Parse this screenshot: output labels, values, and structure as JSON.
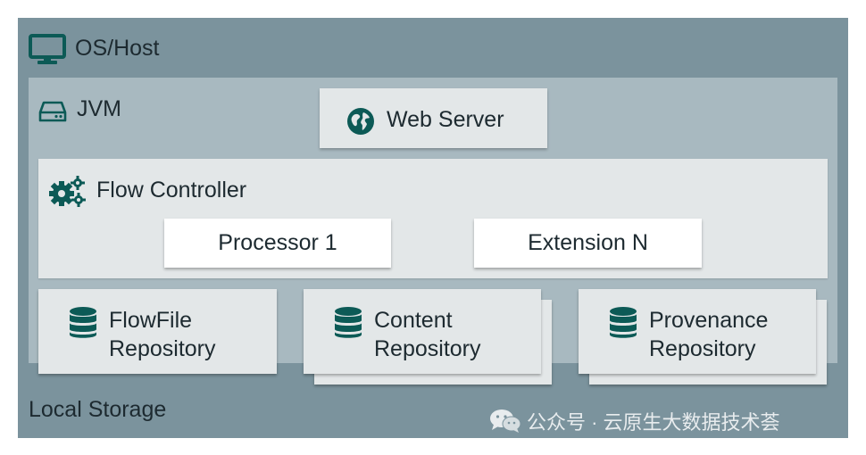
{
  "os_host": {
    "label": "OS/Host",
    "icon": "monitor-icon"
  },
  "jvm": {
    "label": "JVM",
    "icon": "hard-drive-icon"
  },
  "web_server": {
    "label": "Web Server",
    "icon": "globe-icon"
  },
  "flow_controller": {
    "label": "Flow Controller",
    "icon": "gears-icon",
    "components": [
      "Processor 1",
      "Extension N"
    ]
  },
  "repositories": [
    {
      "line1": "FlowFile",
      "line2": "Repository",
      "icon": "database-icon"
    },
    {
      "line1": "Content",
      "line2": "Repository",
      "icon": "database-icon"
    },
    {
      "line1": "Provenance",
      "line2": "Repository",
      "icon": "database-icon"
    }
  ],
  "local_storage": {
    "label": "Local Storage"
  },
  "watermark": {
    "text": "公众号 · 云原生大数据技术荟",
    "icon": "wechat-icon"
  },
  "colors": {
    "os_host_bg": "#7b939d",
    "jvm_bg": "#a8b9c0",
    "panel_bg": "#e3e7e8",
    "icon_color": "#0c5a56",
    "text_color": "#1d2a30"
  }
}
